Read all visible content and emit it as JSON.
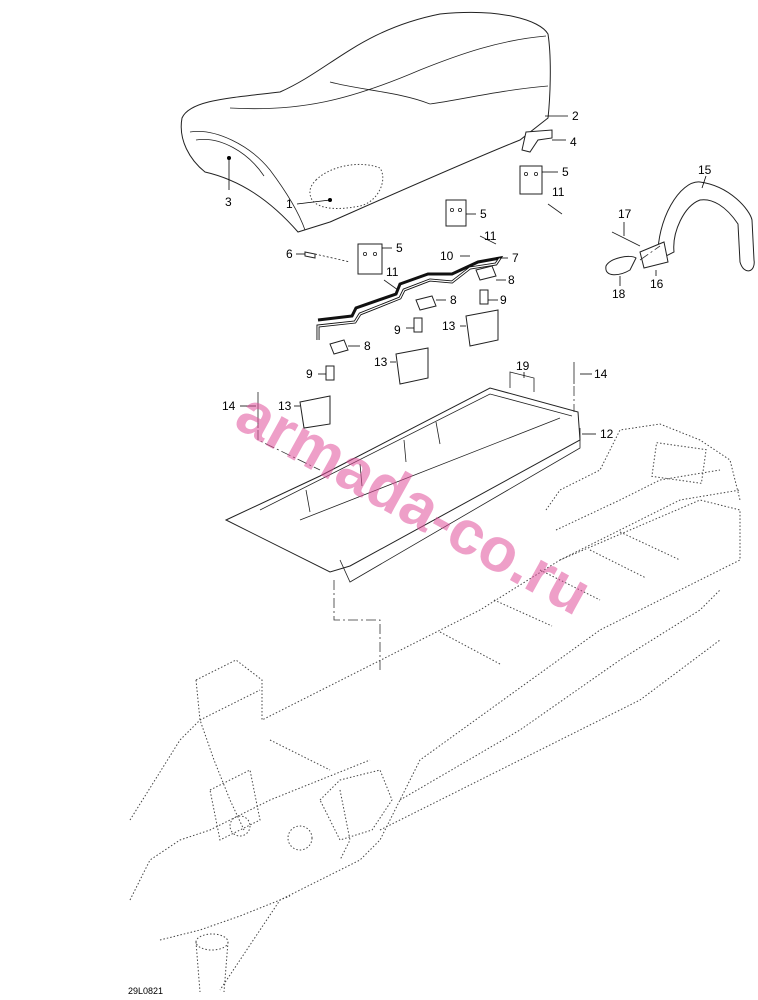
{
  "callouts": [
    {
      "id": "c1",
      "label": "1"
    },
    {
      "id": "c2",
      "label": "2"
    },
    {
      "id": "c3",
      "label": "3"
    },
    {
      "id": "c4",
      "label": "4"
    },
    {
      "id": "c5a",
      "label": "5"
    },
    {
      "id": "c5b",
      "label": "5"
    },
    {
      "id": "c5c",
      "label": "5"
    },
    {
      "id": "c6",
      "label": "6"
    },
    {
      "id": "c7",
      "label": "7"
    },
    {
      "id": "c8a",
      "label": "8"
    },
    {
      "id": "c8b",
      "label": "8"
    },
    {
      "id": "c8c",
      "label": "8"
    },
    {
      "id": "c9a",
      "label": "9"
    },
    {
      "id": "c9b",
      "label": "9"
    },
    {
      "id": "c9c",
      "label": "9"
    },
    {
      "id": "c10",
      "label": "10"
    },
    {
      "id": "c11a",
      "label": "11"
    },
    {
      "id": "c11b",
      "label": "11"
    },
    {
      "id": "c11c",
      "label": "11"
    },
    {
      "id": "c12",
      "label": "12"
    },
    {
      "id": "c13a",
      "label": "13"
    },
    {
      "id": "c13b",
      "label": "13"
    },
    {
      "id": "c13c",
      "label": "13"
    },
    {
      "id": "c14a",
      "label": "14"
    },
    {
      "id": "c14b",
      "label": "14"
    },
    {
      "id": "c15",
      "label": "15"
    },
    {
      "id": "c16",
      "label": "16"
    },
    {
      "id": "c17",
      "label": "17"
    },
    {
      "id": "c18",
      "label": "18"
    },
    {
      "id": "c19",
      "label": "19"
    }
  ],
  "diagram_code": "29L0821",
  "watermark": "armada-co.ru"
}
